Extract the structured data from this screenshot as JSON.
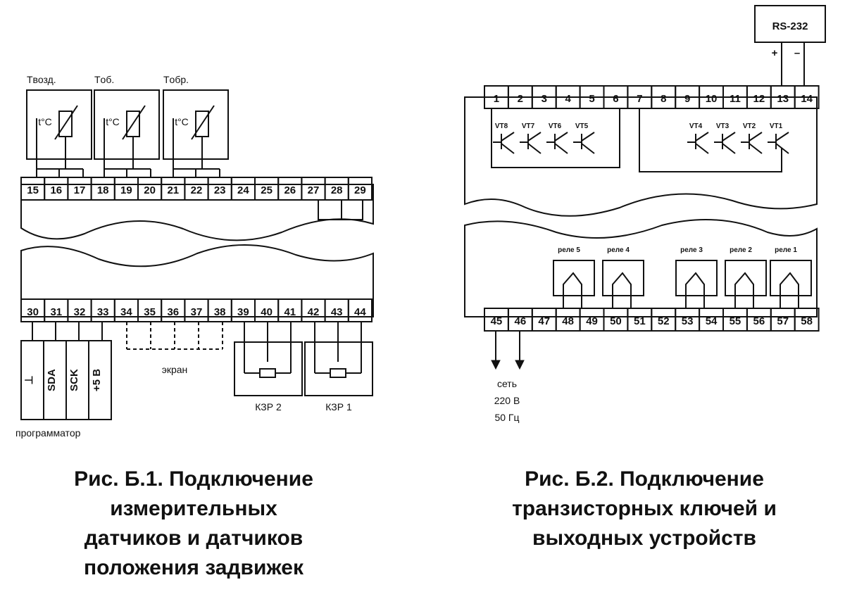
{
  "figure1": {
    "caption": [
      "Рис. Б.1. Подключение",
      "измерительных",
      "датчиков и датчиков",
      "положения задвижек"
    ],
    "top_terminals": [
      "15",
      "16",
      "17",
      "18",
      "19",
      "20",
      "21",
      "22",
      "23",
      "24",
      "25",
      "26",
      "27",
      "28",
      "29"
    ],
    "bottom_terminals": [
      "30",
      "31",
      "32",
      "33",
      "34",
      "35",
      "36",
      "37",
      "38",
      "39",
      "40",
      "41",
      "42",
      "43",
      "44"
    ],
    "sensor_titles": [
      "Tвозд.",
      "Tоб.",
      "Tобр."
    ],
    "sensor_symbol": "t°C",
    "programmer_pins": [
      "⊥",
      "SDA",
      "SCK",
      "+5 В"
    ],
    "programmer_label": "программатор",
    "screen_label": "экран",
    "kzr_labels": [
      "КЗР 2",
      "КЗР 1"
    ]
  },
  "figure2": {
    "caption": [
      "Рис. Б.2. Подключение",
      "транзисторных ключей и",
      "выходных устройств"
    ],
    "top_terminals": [
      "1",
      "2",
      "3",
      "4",
      "5",
      "6",
      "7",
      "8",
      "9",
      "10",
      "11",
      "12",
      "13",
      "14"
    ],
    "bottom_terminals": [
      "45",
      "46",
      "47",
      "48",
      "49",
      "50",
      "51",
      "52",
      "53",
      "54",
      "55",
      "56",
      "57",
      "58"
    ],
    "rs_label": "RS-232",
    "rs_polarity": [
      "+",
      "–"
    ],
    "transistors_left": [
      "VT8",
      "VT7",
      "VT6",
      "VT5"
    ],
    "transistors_right": [
      "VT4",
      "VT3",
      "VT2",
      "VT1"
    ],
    "relays": [
      "реле 5",
      "реле 4",
      "реле 3",
      "реле 2",
      "реле 1"
    ],
    "mains_label": [
      "сеть",
      "220 В",
      "50 Гц"
    ]
  }
}
